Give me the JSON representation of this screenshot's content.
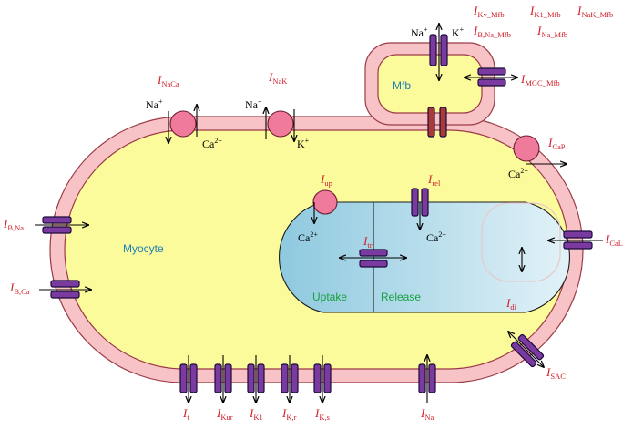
{
  "colors": {
    "membrane": "#f7c3c6",
    "membrane_stroke": "#9b3b46",
    "cytoplasm": "#fcfb9c",
    "sr_left": "#8ec9df",
    "sr_right": "#d6ecf5",
    "channel": "#7b3aa0",
    "mfb_channel": "#a83a3a",
    "pump": "#f07a9c",
    "current_label": "#d0202a",
    "region_label_blue": "#1d7fb5",
    "region_label_green": "#18a040"
  },
  "regions": {
    "myocyte": "Myocyte",
    "mfb": "Mfb",
    "uptake": "Uptake",
    "release": "Release"
  },
  "ions": {
    "na": "Na",
    "k": "K",
    "ca": "Ca",
    "plus": "+",
    "two_plus": "2+"
  },
  "currents": {
    "naca": {
      "main": "I",
      "sub": "NaCa"
    },
    "nak": {
      "main": "I",
      "sub": "NaK"
    },
    "cap": {
      "main": "I",
      "sub": "CaP"
    },
    "up": {
      "main": "I",
      "sub": "up"
    },
    "rel": {
      "main": "I",
      "sub": "rel"
    },
    "tr": {
      "main": "I",
      "sub": "tr"
    },
    "bna": {
      "main": "I",
      "sub": "B,Na"
    },
    "bca": {
      "main": "I",
      "sub": "B,Ca"
    },
    "cal": {
      "main": "I",
      "sub": "CaL"
    },
    "di": {
      "main": "I",
      "sub": "di"
    },
    "sac": {
      "main": "I",
      "sub": "SAC"
    },
    "mgc": {
      "main": "I",
      "sub": "MGC_Mfb"
    },
    "t": {
      "main": "I",
      "sub": "t"
    },
    "kur": {
      "main": "I",
      "sub": "Kur"
    },
    "k1": {
      "main": "I",
      "sub": "K1"
    },
    "kr": {
      "main": "I",
      "sub": "K,r"
    },
    "ks": {
      "main": "I",
      "sub": "K,s"
    },
    "na": {
      "main": "I",
      "sub": "Na"
    },
    "kv_mfb": {
      "main": "I",
      "sub": "Kv_Mfb"
    },
    "k1_mfb": {
      "main": "I",
      "sub": "K1_Mfb"
    },
    "nak_mfb": {
      "main": "I",
      "sub": "NaK_Mfb"
    },
    "bna_mfb": {
      "main": "I",
      "sub": "B,Na_Mfb"
    },
    "na_mfb": {
      "main": "I",
      "sub": "Na_Mfb"
    }
  }
}
